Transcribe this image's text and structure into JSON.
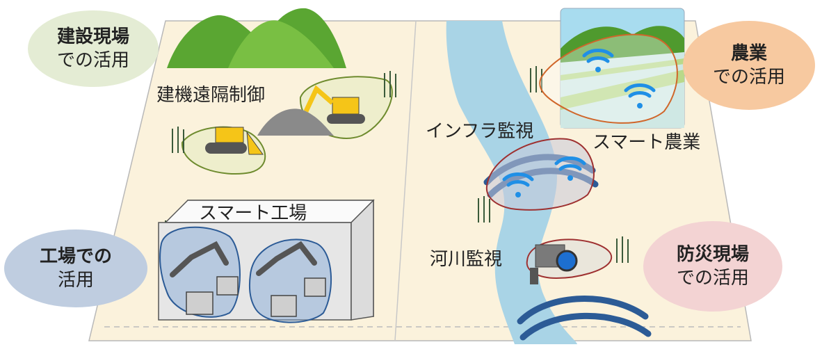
{
  "labels": {
    "remote_control": "建機遠隔制御",
    "smart_factory": "スマート工場",
    "infra_monitoring": "インフラ監視",
    "smart_agriculture": "スマート農業",
    "river_monitoring": "河川監視"
  },
  "bubbles": {
    "construction": {
      "line1": "建設現場",
      "line2": "での活用"
    },
    "agriculture": {
      "line1": "農業",
      "line2": "での活用"
    },
    "factory": {
      "line1": "工場での",
      "line2": "活用"
    },
    "disaster": {
      "line1": "防災現場",
      "line2": "での活用"
    }
  },
  "colors": {
    "ground": "#fbf2dc",
    "river": "#a9d4e6",
    "mountain": "#5aa632",
    "bubble_construction": "#e4ecd4",
    "bubble_agriculture": "#f7c9a0",
    "bubble_factory": "#bfcde0",
    "bubble_disaster": "#f3d3d3",
    "zone_green": "#6e8b2e",
    "zone_orange": "#d0662a",
    "zone_blue": "#2c5b96",
    "zone_red": "#9e3030"
  }
}
